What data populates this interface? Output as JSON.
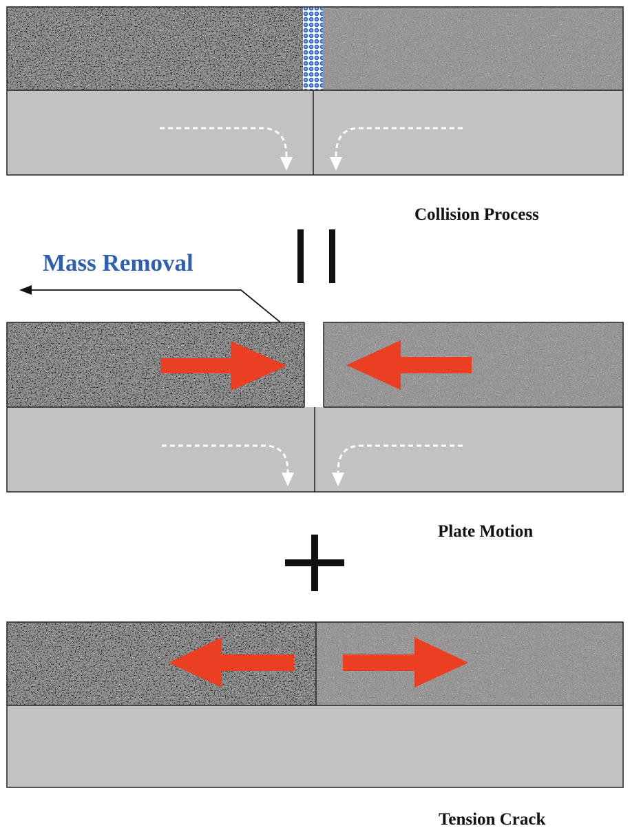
{
  "labels": {
    "mass_removal": "Mass Removal",
    "collision_process": "Collision Process",
    "plate_motion": "Plate Motion",
    "tension_crack": "Tension Crack"
  },
  "colors": {
    "mantle": "#c3c1c2",
    "gap_fill": "#2f63c8",
    "push_arrow": "#ea3f22",
    "flow_arrow": "#ffffff",
    "label_blue": "#2f5fb0",
    "operator": "#111111",
    "plate_left_base": "#8e8e8e",
    "plate_right_base": "#9c9a9a"
  },
  "symbols": {
    "equals": "parallel-bars",
    "plus": "plus-sign"
  }
}
